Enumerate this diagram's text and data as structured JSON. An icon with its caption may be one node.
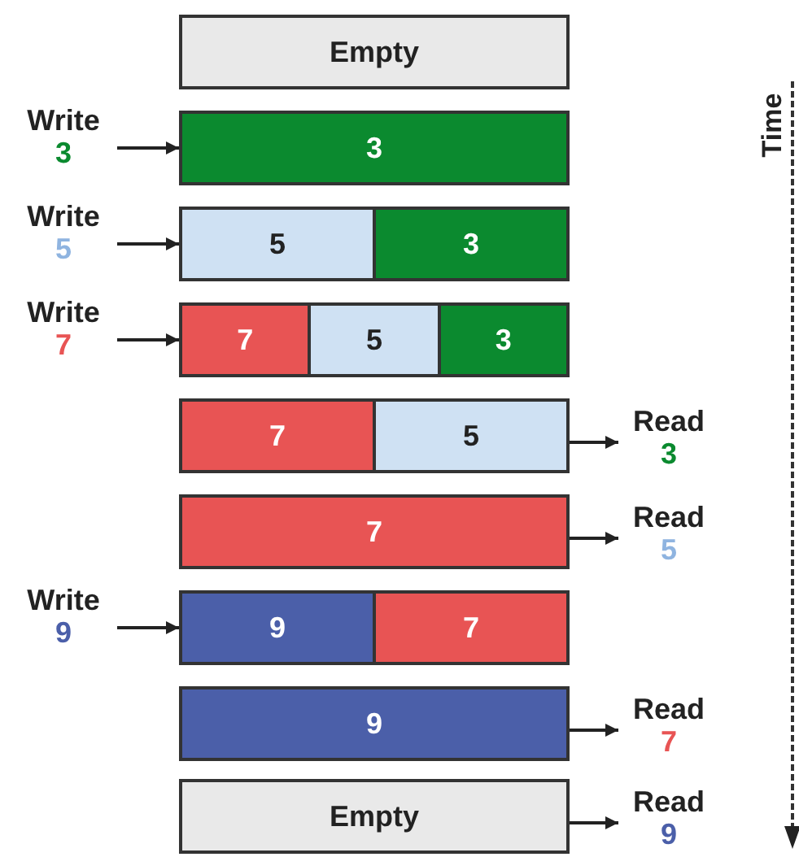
{
  "diagram": {
    "nodes": [
      {
        "text": [
          "Empty"
        ]
      },
      {
        "text": [
          "Write",
          "3"
        ]
      },
      {
        "text": [
          "3"
        ]
      },
      {
        "text": [
          "Write",
          "5"
        ]
      },
      {
        "text": [],
        "shape": "box"
      },
      {
        "text": [
          "5"
        ],
        "in": 4
      },
      {
        "text": [
          "3"
        ],
        "in": 4
      },
      {
        "text": [
          "Write",
          "7"
        ]
      },
      {
        "text": [],
        "shape": "box"
      },
      {
        "text": [
          "7"
        ],
        "in": 8
      },
      {
        "text": [
          "5"
        ],
        "in": 8
      },
      {
        "text": [
          "3"
        ],
        "in": 8
      },
      {
        "text": [],
        "shape": "box"
      },
      {
        "text": [
          "7"
        ],
        "in": 12
      },
      {
        "text": [
          "5"
        ],
        "in": 12
      },
      {
        "text": [
          "Read",
          "3"
        ]
      },
      {
        "text": [
          "7"
        ]
      },
      {
        "text": [
          "Read",
          "5"
        ]
      },
      {
        "text": [
          "Write",
          "9"
        ]
      },
      {
        "text": [],
        "shape": "box"
      },
      {
        "text": [
          "9"
        ],
        "in": 19
      },
      {
        "text": [
          "7"
        ],
        "in": 19
      },
      {
        "text": [
          "9"
        ]
      },
      {
        "text": [
          "Read",
          "7"
        ]
      },
      {
        "text": [
          "Empty"
        ]
      },
      {
        "text": [
          "Read",
          "9"
        ]
      }
    ],
    "edges": [
      {
        "from": 1,
        "to": 2,
        "arrow": "to"
      },
      {
        "from": 3,
        "to": 4,
        "arrow": "to"
      },
      {
        "from": 7,
        "to": 8,
        "arrow": "to"
      },
      {
        "from": 12,
        "to": 15,
        "arrow": "to"
      },
      {
        "from": 16,
        "to": 17,
        "arrow": "to"
      },
      {
        "from": 18,
        "to": 19,
        "arrow": "to"
      },
      {
        "from": 22,
        "to": 23,
        "arrow": "to"
      },
      {
        "from": 24,
        "to": 25,
        "arrow": "to"
      }
    ],
    "labels": [
      "Time"
    ]
  }
}
